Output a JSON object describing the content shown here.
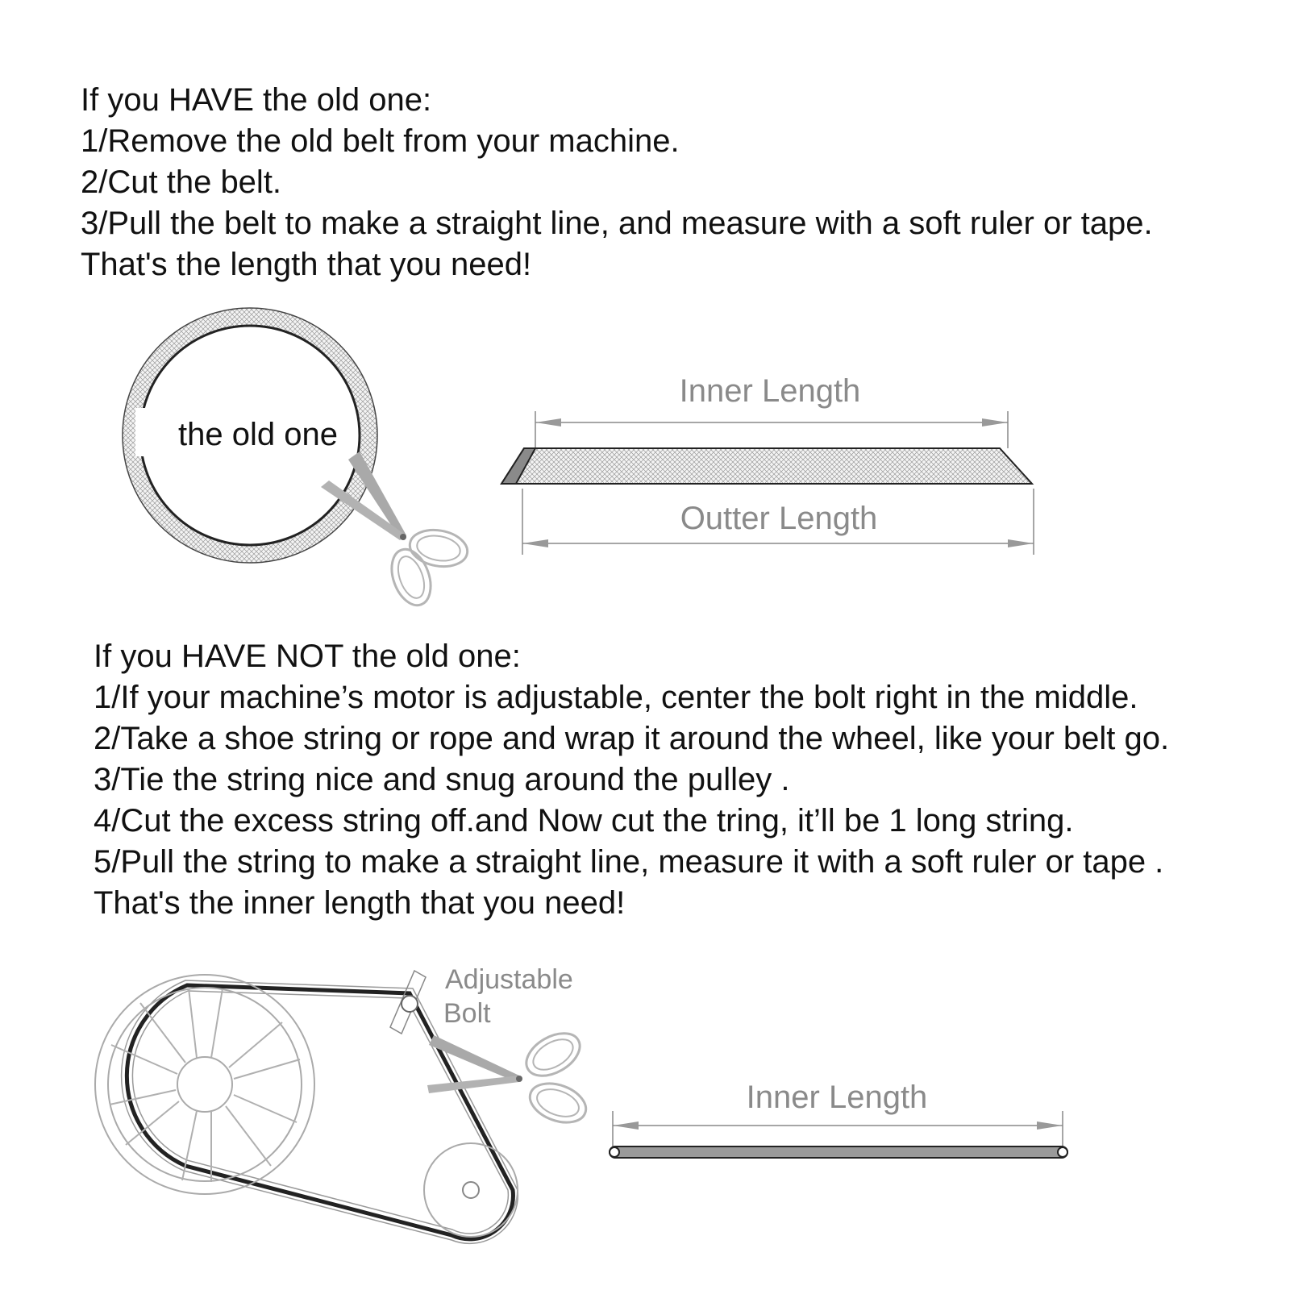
{
  "section1": {
    "lines": [
      "If you HAVE the old one:",
      "1/Remove the old belt from your machine.",
      "2/Cut the belt.",
      "3/Pull the belt to make a straight line, and measure with a soft ruler or tape.",
      "That's the length that you need!"
    ]
  },
  "diagram1": {
    "circle_label": "the old one",
    "inner_length_label": "Inner Length",
    "outer_length_label": "Outter Length"
  },
  "section2": {
    "lines": [
      "If you HAVE NOT the old one:",
      "1/If your machine’s motor is adjustable, center the bolt right in the middle.",
      "2/Take a shoe string or rope and wrap it around the wheel, like your belt go.",
      "3/Tie the string nice and snug around the pulley .",
      "4/Cut the excess string off.and Now cut the tring, it’ll be 1 long string.",
      "5/Pull the string to make a straight line, measure it with a soft ruler or tape .",
      "That's the inner length that you need!"
    ]
  },
  "diagram2": {
    "bolt_label_line1": "Adjustable",
    "bolt_label_line2": "Bolt",
    "inner_length_label": "Inner Length"
  }
}
